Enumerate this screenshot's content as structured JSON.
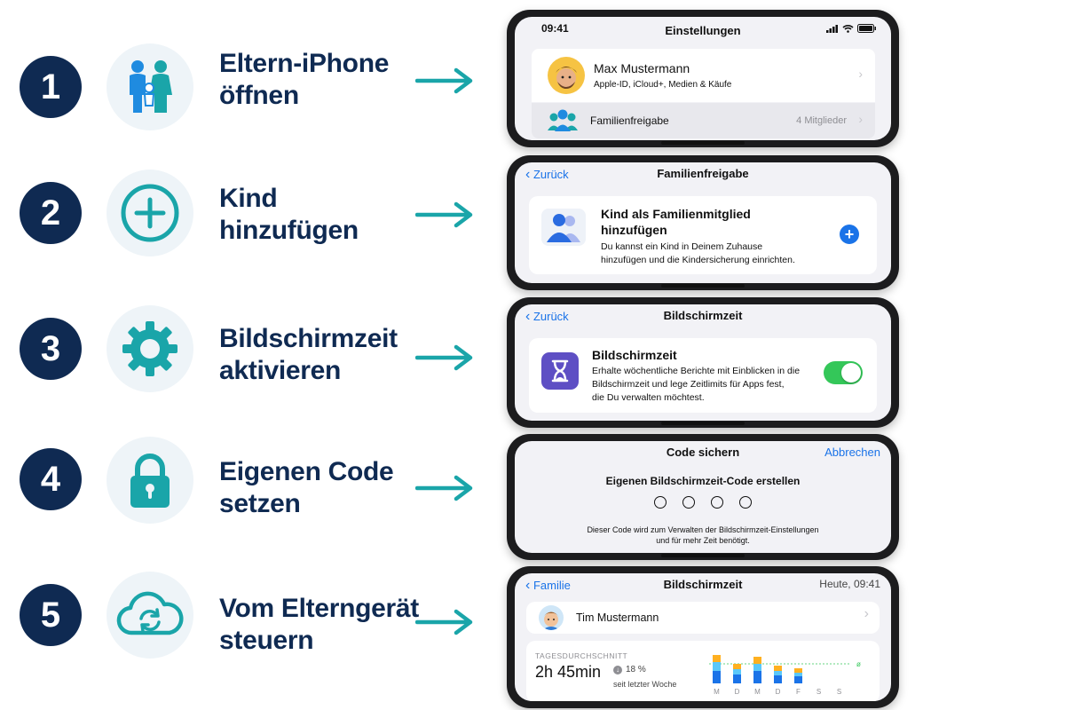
{
  "steps": [
    {
      "number": "1",
      "title_line1": "Eltern-iPhone",
      "title_line2": "öffnen",
      "icon": "parents-with-child-icon"
    },
    {
      "number": "2",
      "title_line1": "Kind",
      "title_line2": "hinzufügen",
      "icon": "plus-circle-icon"
    },
    {
      "number": "3",
      "title_line1": "Bildschirmzeit",
      "title_line2": "aktivieren",
      "icon": "gear-icon"
    },
    {
      "number": "4",
      "title_line1": "Eigenen Code",
      "title_line2": "setzen",
      "icon": "lock-icon"
    },
    {
      "number": "5",
      "title_line1": "Vom Elterngerät",
      "title_line2": "steuern",
      "icon": "cloud-sync-icon"
    }
  ],
  "phone1": {
    "time": "09:41",
    "title": "Einstellungen",
    "profile_name": "Max Mustermann",
    "profile_sub": "Apple-ID, iCloud+, Medien & Käufe",
    "family_label": "Familienfreigabe",
    "family_value": "4 Mitglieder"
  },
  "phone2": {
    "back": "Zurück",
    "title": "Familienfreigabe",
    "card_title_line1": "Kind als Familienmitglied",
    "card_title_line2": "hinzufügen",
    "card_desc_line1": "Du kannst ein Kind in Deinem Zuhause",
    "card_desc_line2": "hinzufügen und die Kindersicherung einrichten."
  },
  "phone3": {
    "back": "Zurück",
    "title": "Bildschirmzeit",
    "card_title": "Bildschirmzeit",
    "desc_line1": "Erhalte wöchentliche Berichte mit Einblicken in die",
    "desc_line2": "Bildschirmzeit und lege Zeitlimits für Apps fest,",
    "desc_line3": "die Du verwalten möchtest.",
    "toggle_on": true
  },
  "phone4": {
    "title": "Code sichern",
    "cancel": "Abbrechen",
    "heading": "Eigenen Bildschirmzeit-Code erstellen",
    "code_digits": 4,
    "note_line1": "Dieser Code wird zum Verwalten der Bildschirmzeit-Einstellungen",
    "note_line2": "und für mehr Zeit benötigt."
  },
  "phone5": {
    "back": "Familie",
    "title": "Bildschirmzeit",
    "date": "Heute, 09:41",
    "child_name": "Tim Mustermann",
    "avg_label": "TAGESDURCHSCHNITT",
    "avg_value": "2h 45min",
    "change": "18 %",
    "change_sub": "seit letzter Woche",
    "avg_marker": "ø",
    "chart_days": [
      "M",
      "D",
      "M",
      "D",
      "F",
      "S",
      "S"
    ]
  },
  "colors": {
    "navy": "#0f2a52",
    "teal": "#1aa5a9",
    "ios_blue": "#1a73e8",
    "ios_green": "#34c759",
    "purple": "#5e4fc4"
  }
}
